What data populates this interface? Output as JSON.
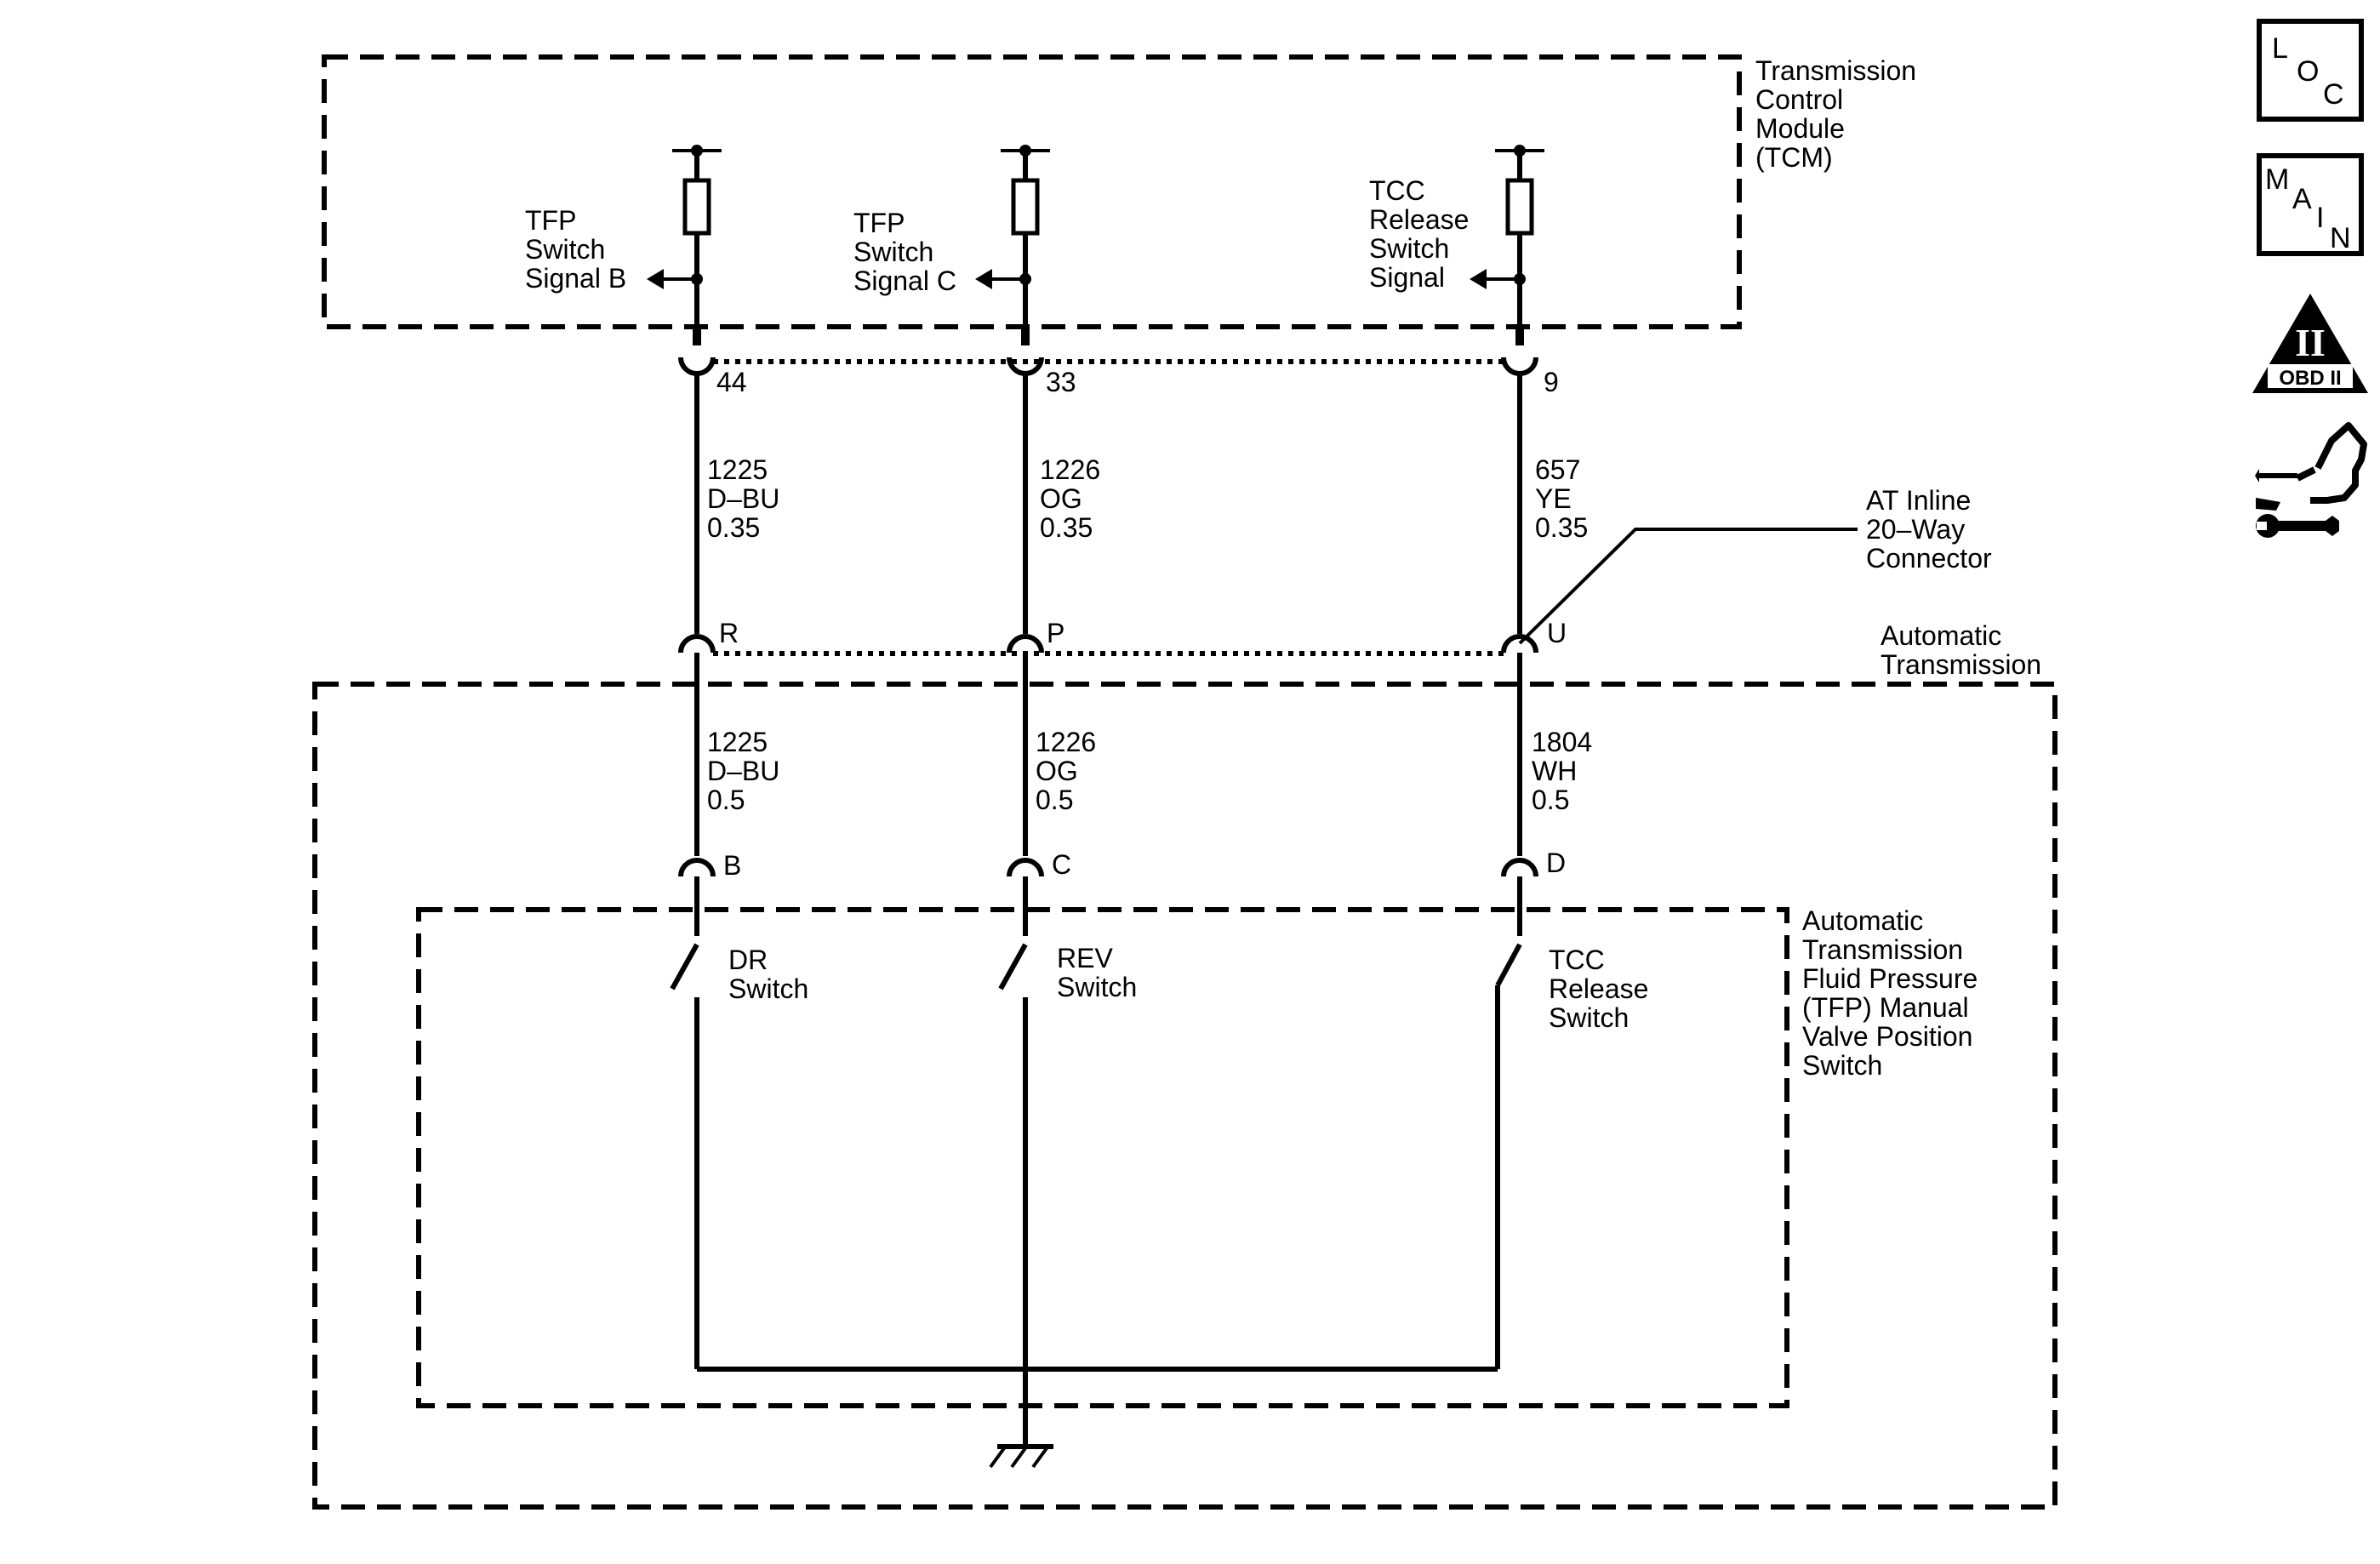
{
  "tcm": {
    "label": [
      "Transmission",
      "Control",
      "Module",
      "(TCM)"
    ]
  },
  "signals": {
    "b": [
      "TFP",
      "Switch",
      "Signal B"
    ],
    "c": [
      "TFP",
      "Switch",
      "Signal C"
    ],
    "tcc": [
      "TCC",
      "Release",
      "Switch",
      "Signal"
    ]
  },
  "tcm_pins": {
    "b": "44",
    "c": "33",
    "tcc": "9"
  },
  "upper_wires": {
    "b": [
      "1225",
      "D–BU",
      "0.35"
    ],
    "c": [
      "1226",
      "OG",
      "0.35"
    ],
    "tcc": [
      "657",
      "YE",
      "0.35"
    ]
  },
  "inline_connector": {
    "label": [
      "AT Inline",
      "20–Way",
      "Connector"
    ],
    "pins": {
      "b": "R",
      "c": "P",
      "tcc": "U"
    }
  },
  "auto_trans": {
    "label": [
      "Automatic",
      "Transmission"
    ]
  },
  "lower_wires": {
    "b": [
      "1225",
      "D–BU",
      "0.5"
    ],
    "c": [
      "1226",
      "OG",
      "0.5"
    ],
    "tcc": [
      "1804",
      "WH",
      "0.5"
    ]
  },
  "switch_pins": {
    "b": "B",
    "c": "C",
    "tcc": "D"
  },
  "tfp_switch": {
    "label": [
      "Automatic",
      "Transmission",
      "Fluid Pressure",
      "(TFP) Manual",
      "Valve Position",
      "Switch"
    ]
  },
  "switches": {
    "dr": [
      "DR",
      "Switch"
    ],
    "rev": [
      "REV",
      "Switch"
    ],
    "tcc": [
      "TCC",
      "Release",
      "Switch"
    ]
  },
  "icons": {
    "loc": {
      "name": "loc-icon",
      "letters": [
        "L",
        "O",
        "C"
      ]
    },
    "main": {
      "name": "main-icon",
      "letters": [
        "M",
        "A",
        "I",
        "N"
      ]
    },
    "obd": {
      "name": "obd-ii-icon",
      "roman": "II",
      "text": "OBD II"
    },
    "service": {
      "name": "service-tools-icon"
    }
  }
}
